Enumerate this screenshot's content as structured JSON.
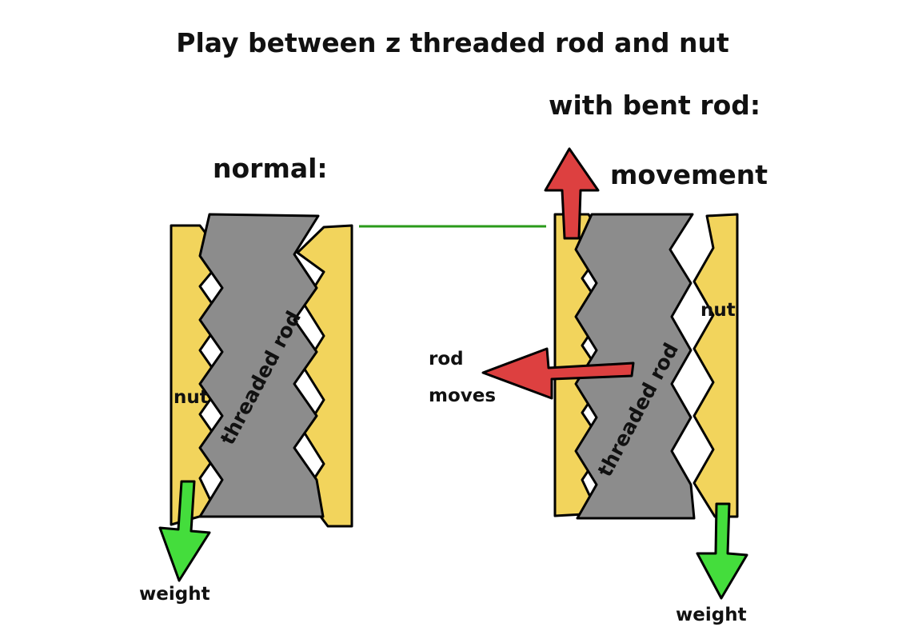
{
  "title": "Play between z threaded rod and nut",
  "left_panel": {
    "heading": "normal:",
    "nut_label": "nut",
    "rod_label": "threaded rod",
    "weight_label": "weight"
  },
  "right_panel": {
    "heading": "with bent rod:",
    "movement_label": "movement",
    "rod_moves_line1": "rod",
    "rod_moves_line2": "moves",
    "nut_label": "nut",
    "rod_label": "threaded rod",
    "weight_label": "weight"
  },
  "colors": {
    "nut": "#f2d45c",
    "rod": "#8c8c8c",
    "weight_arrow": "#44dd3c",
    "movement_arrow": "#dd4040",
    "reference_line": "#2a9a1a"
  }
}
